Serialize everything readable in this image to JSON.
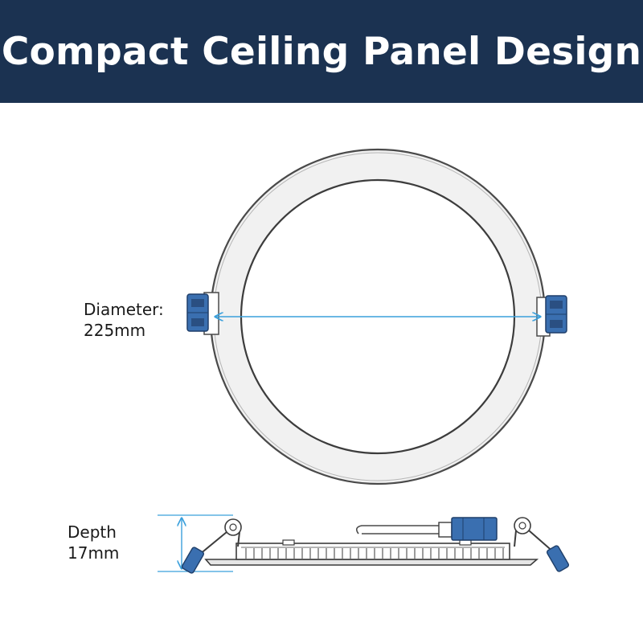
{
  "header": {
    "title": "Compact Ceiling Panel Design"
  },
  "dimensions": {
    "diameter_label": "Diameter:",
    "diameter_value": "225mm",
    "depth_label": "Depth",
    "depth_value": "17mm"
  },
  "colors": {
    "header_bg": "#1b3251",
    "dimension_line": "#3aa0dc",
    "clip_blue": "#3a6fb0",
    "outline": "#3a3a3a"
  }
}
